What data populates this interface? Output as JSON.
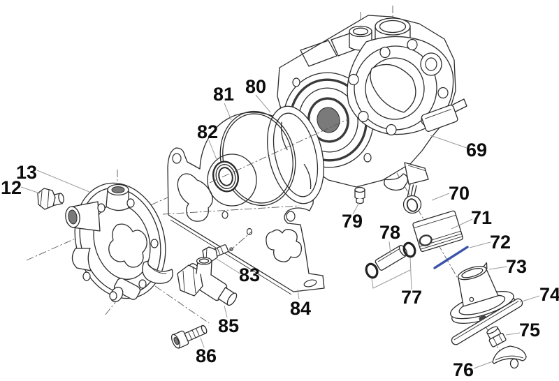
{
  "diagram": {
    "type": "exploded-parts-diagram",
    "subject": "pump crankcase assembly exploded view",
    "background_color": "#ffffff",
    "line_color": "#2b2b2b",
    "leader_color": "#9a9a9a",
    "centerline_color": "#5a5a5a",
    "highlight_color": "#3b53a8",
    "highlighted_part": "72",
    "parts": [
      {
        "number": "12"
      },
      {
        "number": "13"
      },
      {
        "number": "69"
      },
      {
        "number": "70"
      },
      {
        "number": "71"
      },
      {
        "number": "72"
      },
      {
        "number": "73"
      },
      {
        "number": "74"
      },
      {
        "number": "75"
      },
      {
        "number": "76"
      },
      {
        "number": "77"
      },
      {
        "number": "78"
      },
      {
        "number": "79"
      },
      {
        "number": "80"
      },
      {
        "number": "81"
      },
      {
        "number": "82"
      },
      {
        "number": "83"
      },
      {
        "number": "84"
      },
      {
        "number": "85"
      },
      {
        "number": "86"
      }
    ]
  }
}
